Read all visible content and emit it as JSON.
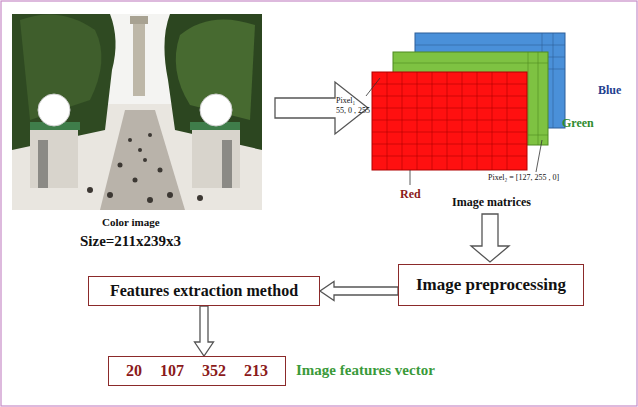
{
  "diagram": {
    "nodes": [
      {
        "text": [
          "Image preprocessing"
        ]
      },
      {
        "text": [
          "Features extraction method"
        ]
      },
      {
        "text": [
          "20 107 352 213"
        ]
      }
    ],
    "edges": [
      {
        "from": 0,
        "to": 1,
        "arrow": "to"
      },
      {
        "from": 1,
        "to": 2,
        "arrow": "to"
      }
    ],
    "labels": [
      "Color image",
      "Size=211x239x3",
      "Pixel₁",
      "55, 0 , 255",
      "Pixel₂ = [127, 255 , 0]",
      "Blue",
      "Green",
      "Red",
      "Image matrices",
      "Image features vector"
    ]
  }
}
